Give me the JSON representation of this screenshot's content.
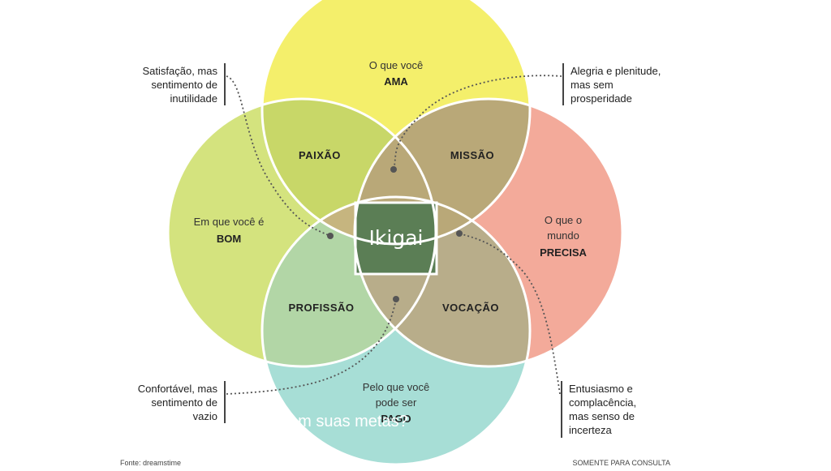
{
  "diagram": {
    "circles": {
      "top": {
        "lines": [
          "O que você",
          "AMA"
        ],
        "color": "#f4ef6b"
      },
      "left": {
        "lines": [
          "Em que você é",
          "BOM"
        ],
        "color": "#d4e37e"
      },
      "right": {
        "lines": [
          "O que o",
          "mundo",
          "PRECISA"
        ],
        "color": "#f3aa9a"
      },
      "bottom": {
        "lines": [
          "Pelo que você",
          "pode ser",
          "PAGO"
        ],
        "color": "#a7ded6"
      }
    },
    "zones": {
      "paixao": {
        "label": "PAIXÃO",
        "color": "#c8d768"
      },
      "missao": {
        "label": "MISSÃO",
        "color": "#f6b35d"
      },
      "profissao": {
        "label": "PROFISSÃO",
        "color": "#b2d6a6"
      },
      "vocacao": {
        "label": "VOCAÇÃO",
        "color": "#d4c3a1"
      },
      "center": {
        "label": "Ikigai",
        "color": "#5b7e55"
      }
    },
    "annotations": {
      "top_left": [
        "Satisfação, mas",
        "sentimento de",
        "inutilidade"
      ],
      "top_right": [
        "Alegria e plenitude,",
        "mas sem",
        "prosperidade"
      ],
      "bottom_left": [
        "Confortável, mas",
        "sentimento de",
        "vazio"
      ],
      "bottom_right": [
        "Entusiasmo e",
        "complacência,",
        "mas senso de",
        "incerteza"
      ]
    }
  },
  "overlay_caption": "em suas metas?",
  "footer": {
    "source": "Fonte: dreamstime",
    "right": "SOMENTE PARA CONSULTA"
  }
}
